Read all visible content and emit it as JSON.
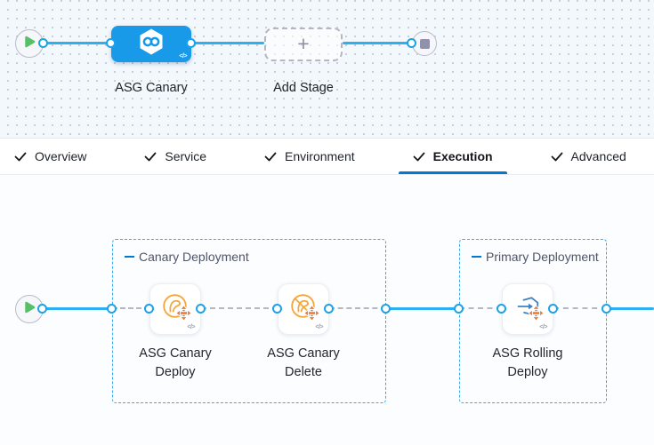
{
  "ui": {
    "code_badge": "</>",
    "plus_glyph": "+",
    "colors": {
      "accent_blue": "#0278d5",
      "stage_node_blue": "#199ae9",
      "connector_blue": "#2bb0f2",
      "connector_dot_ring": "#16a3ef",
      "canvas_top_bg": "#f3f8fc",
      "canvas_bottom_bg": "#fcfdff",
      "start_play_green": "#58bf68",
      "canary_icon_orange": "#f4a63b",
      "move_glyph_orange": "#f0772e",
      "rolling_icon_blue": "#3f82c0",
      "end_stop_gray": "#8f92a9"
    }
  },
  "stage_graph": {
    "start": {
      "icon": "play-icon"
    },
    "end": {
      "icon": "stop-icon"
    },
    "stages": [
      {
        "label": "ASG Canary",
        "icon": "harness-cd-hexagon-icon"
      },
      {
        "label": "Add Stage",
        "icon": "plus-icon"
      }
    ]
  },
  "tabs": [
    {
      "label": "Overview",
      "checked": true,
      "active": false
    },
    {
      "label": "Service",
      "checked": true,
      "active": false
    },
    {
      "label": "Environment",
      "checked": true,
      "active": false
    },
    {
      "label": "Execution",
      "checked": true,
      "active": true
    },
    {
      "label": "Advanced",
      "checked": true,
      "active": false
    }
  ],
  "execution_graph": {
    "groups": [
      {
        "title": "Canary Deployment",
        "steps": [
          {
            "label": "ASG Canary Deploy",
            "icon": "asg-canary-deploy-icon"
          },
          {
            "label": "ASG Canary Delete",
            "icon": "asg-canary-delete-icon"
          }
        ]
      },
      {
        "title": "Primary Deployment",
        "steps": [
          {
            "label": "ASG Rolling Deploy",
            "icon": "asg-rolling-deploy-icon"
          }
        ]
      }
    ]
  }
}
